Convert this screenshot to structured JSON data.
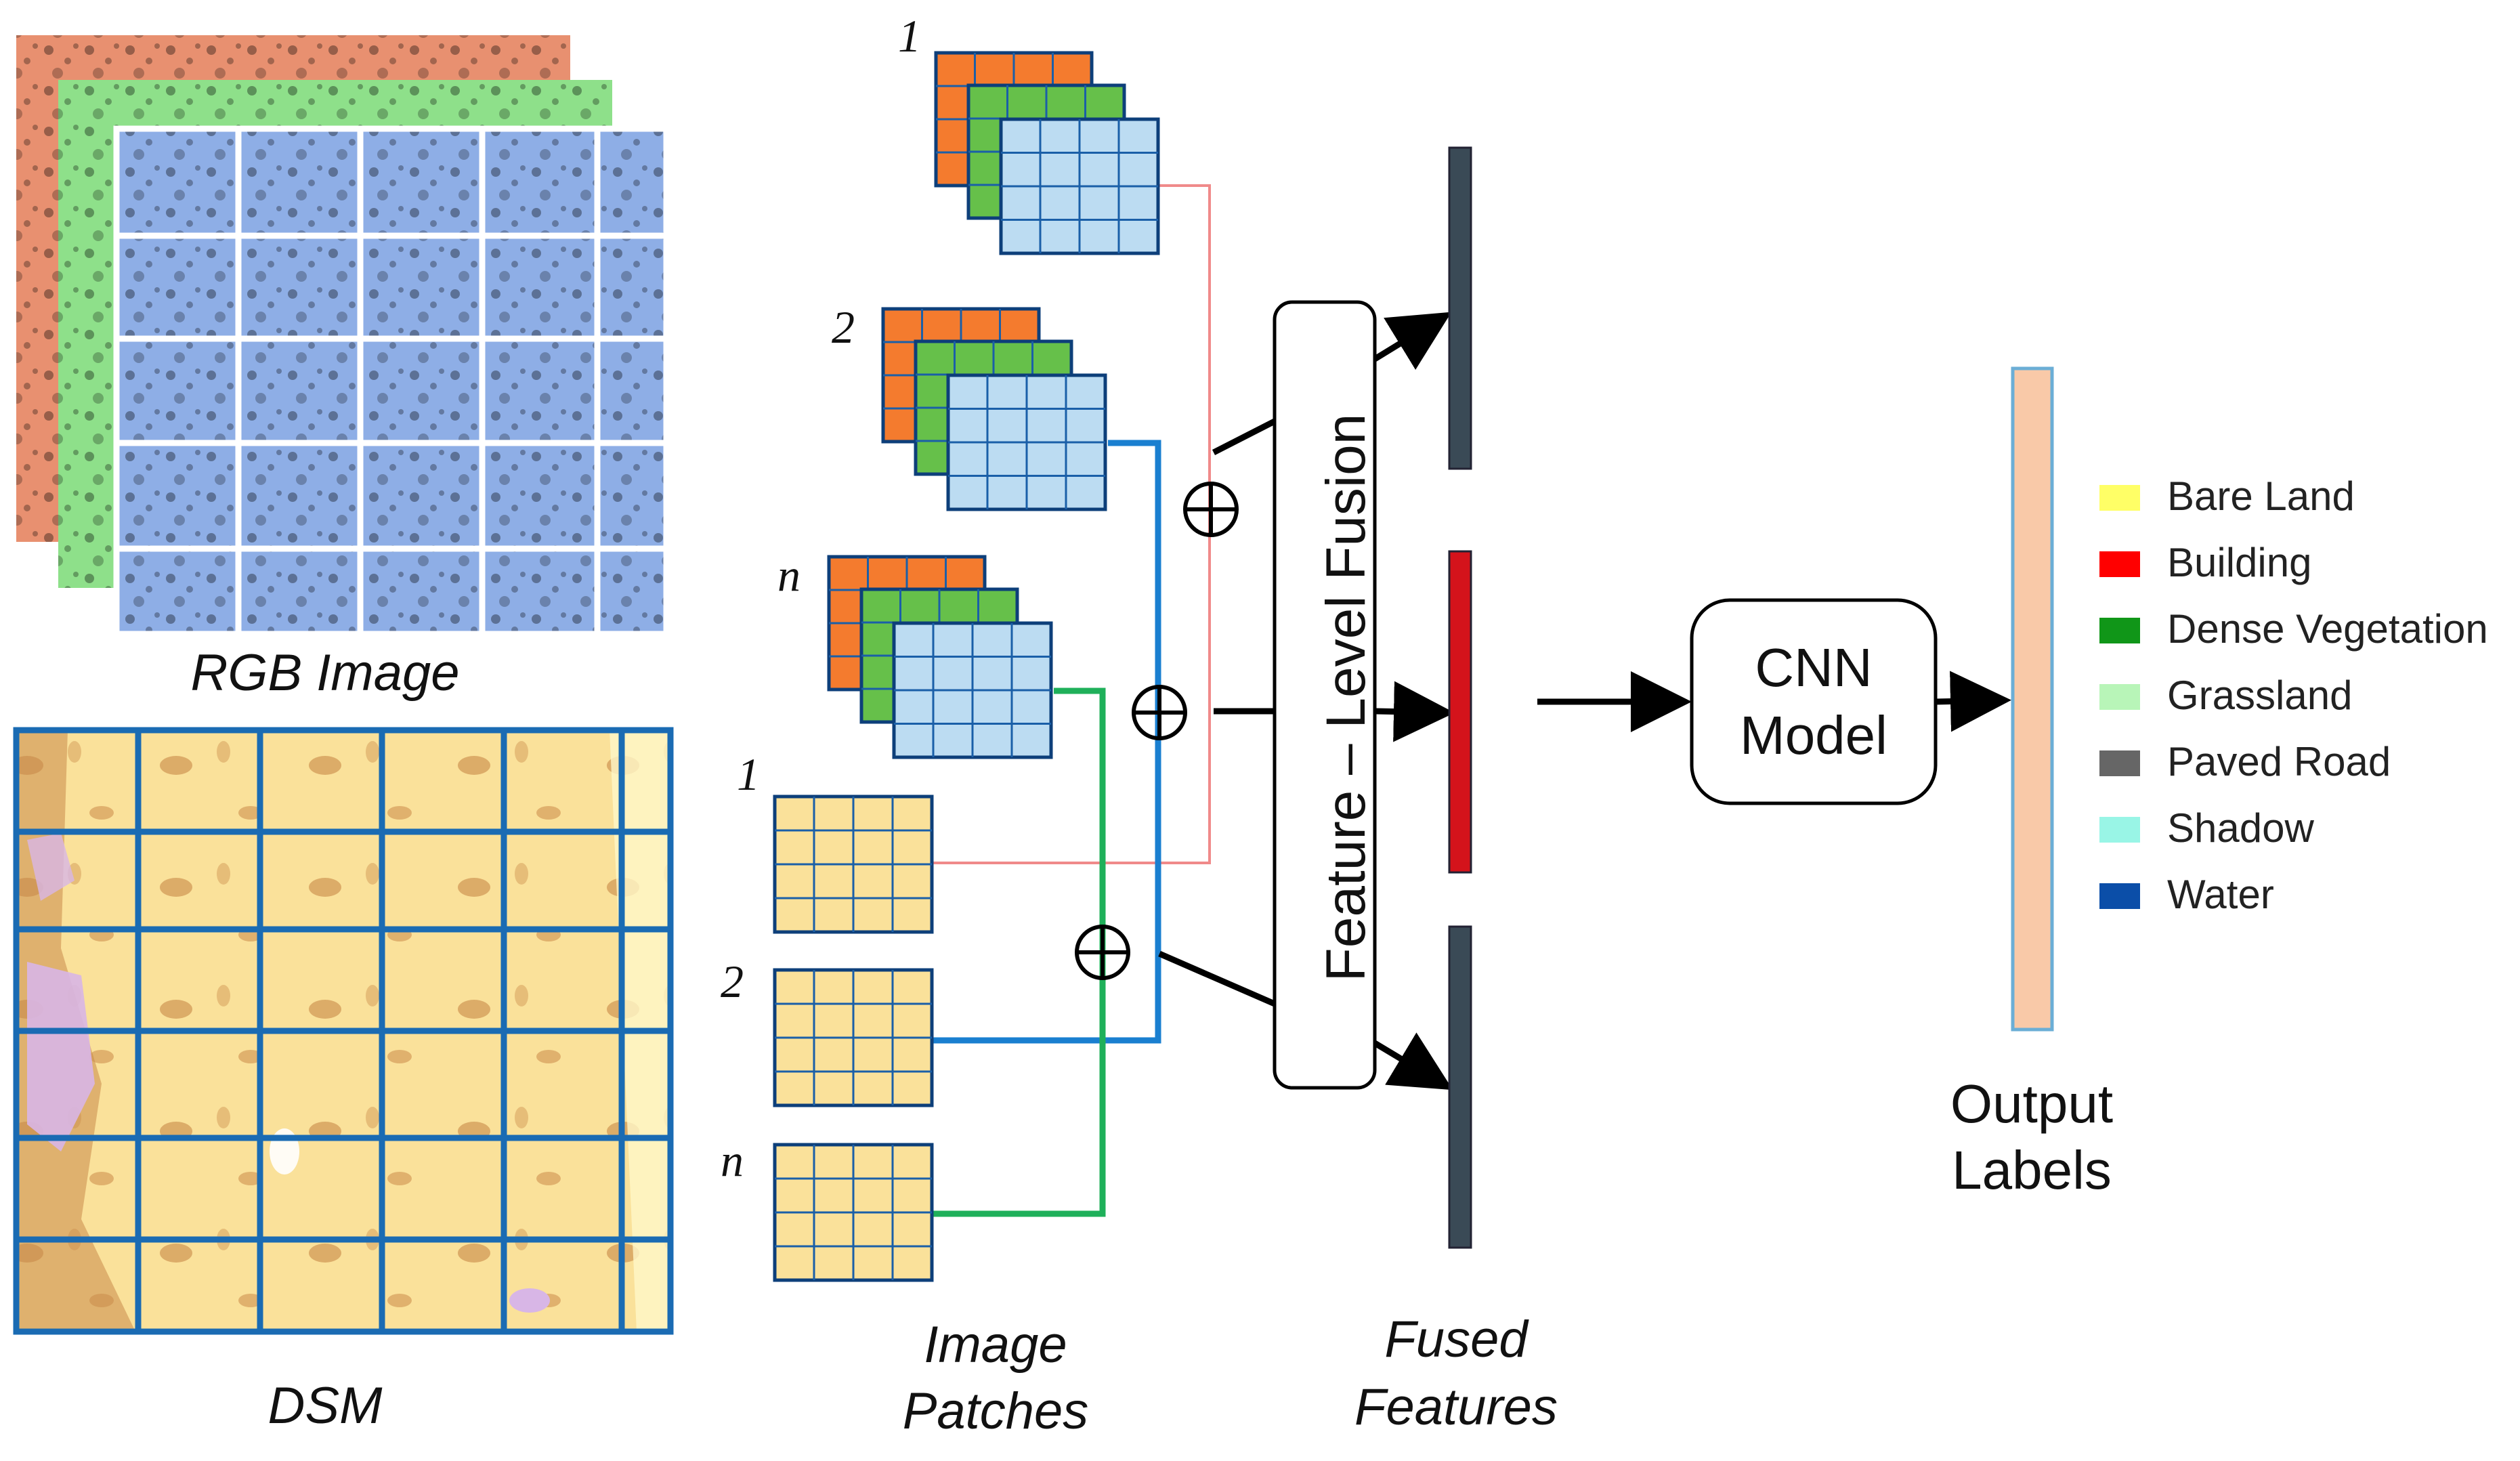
{
  "captions": {
    "rgb": "RGB Image",
    "dsm": "DSM",
    "patches_line1": "Image",
    "patches_line2": "Patches",
    "fused_line1": "Fused",
    "fused_line2": "Features",
    "fusion": "Feature – Level Fusion",
    "cnn_line1": "CNN",
    "cnn_line2": "Model",
    "output_line1": "Output",
    "output_line2": "Labels"
  },
  "patch_numbers": {
    "rgb_1": "1",
    "rgb_2": "2",
    "rgb_n": "n",
    "dsm_1": "1",
    "dsm_2": "2",
    "dsm_n": "n"
  },
  "legend": [
    {
      "label": "Bare Land",
      "color": "#ffff66"
    },
    {
      "label": "Building",
      "color": "#ff0000"
    },
    {
      "label": "Dense Vegetation",
      "color": "#109618"
    },
    {
      "label": "Grassland",
      "color": "#b8f5b8"
    },
    {
      "label": "Paved Road",
      "color": "#666666"
    },
    {
      "label": "Shadow",
      "color": "#99f5e6"
    },
    {
      "label": "Water",
      "color": "#0b4ea8"
    }
  ],
  "colors": {
    "band_red": "#e89070",
    "band_green": "#8ee08a",
    "band_blue": "#8eaee6",
    "patch_orange": "#f47b2e",
    "patch_green": "#66c04a",
    "patch_blue": "#bcdcf2",
    "patch_grid": "#1a5fa8",
    "dsm_fill": "#fae19a",
    "line_pink": "#f08a8a",
    "line_blue": "#1a7fd0",
    "line_green": "#1fb05a",
    "bar_gray": "#3a4a56",
    "bar_red": "#d4131b",
    "output_bar": "#f9c9a8",
    "output_bar_edge": "#6baed6"
  }
}
